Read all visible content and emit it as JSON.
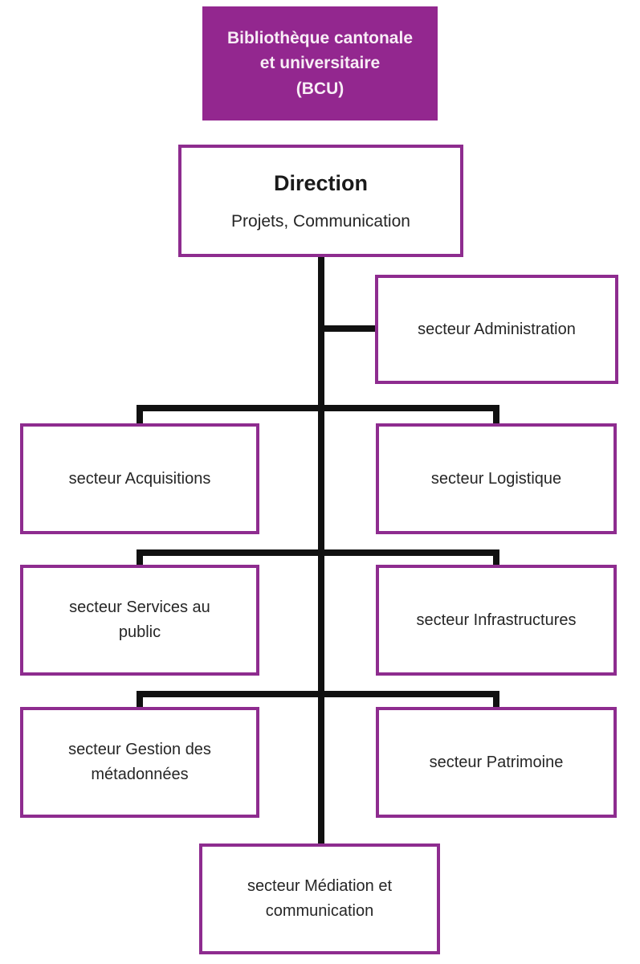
{
  "org_chart": {
    "root": {
      "lines": [
        "Bibliothèque cantonale",
        "et universitaire",
        "(BCU)"
      ]
    },
    "direction": {
      "title": "Direction",
      "subtitle": "Projets, Communication"
    },
    "sectors": [
      {
        "id": "administration",
        "label": "secteur Administration"
      },
      {
        "id": "acquisitions",
        "label": "secteur Acquisitions"
      },
      {
        "id": "logistique",
        "label": "secteur Logistique"
      },
      {
        "id": "services-au-public",
        "label": "secteur Services au public"
      },
      {
        "id": "infrastructures",
        "label": "secteur Infrastructures"
      },
      {
        "id": "gestion-des-metadonnees",
        "label": "secteur Gestion des métadonnées"
      },
      {
        "id": "patrimoine",
        "label": "secteur Patrimoine"
      },
      {
        "id": "mediation-et-communication",
        "label": "secteur Médiation et communication"
      }
    ],
    "colors": {
      "purple_fill": "#93278F",
      "purple_border": "#8E2C8F",
      "line_black": "#111111",
      "text_dark": "#262626",
      "root_text": "#F8EDF6"
    }
  }
}
